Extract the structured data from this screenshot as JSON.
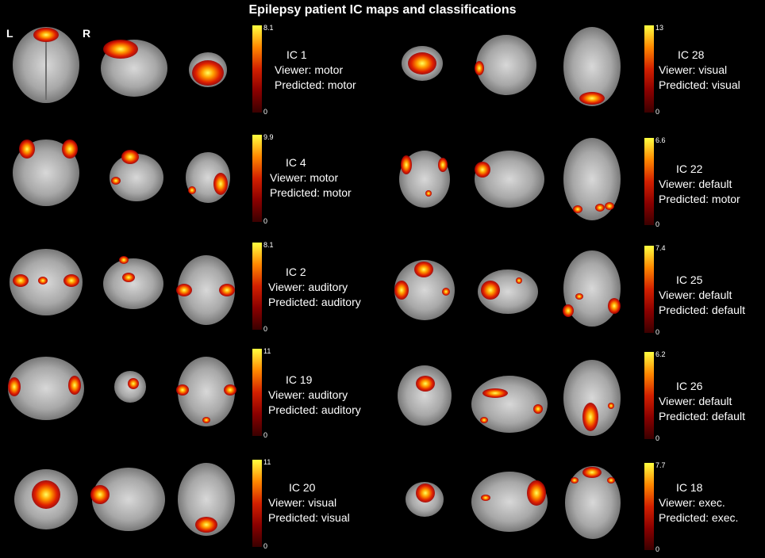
{
  "title": "Epilepsy patient IC maps and classifications",
  "orientation": {
    "left": "L",
    "right": "R"
  },
  "colors": {
    "background": "#000000",
    "colorbar_low": "#3a0000",
    "colorbar_high": "#ffff40"
  },
  "panels": [
    {
      "ic": "IC 1",
      "viewer": "Viewer: motor",
      "predicted": "Predicted: motor",
      "max": "8.1",
      "min": "0"
    },
    {
      "ic": "IC 28",
      "viewer": "Viewer: visual",
      "predicted": "Predicted: visual",
      "max": "13",
      "min": "0"
    },
    {
      "ic": "IC 4",
      "viewer": "Viewer: motor",
      "predicted": "Predicted: motor",
      "max": "9.9",
      "min": "0"
    },
    {
      "ic": "IC 22",
      "viewer": "Viewer: default",
      "predicted": "Predicted: motor",
      "max": "6.6",
      "min": "0"
    },
    {
      "ic": "IC 2",
      "viewer": "Viewer: auditory",
      "predicted": "Predicted: auditory",
      "max": "8.1",
      "min": "0"
    },
    {
      "ic": "IC 25",
      "viewer": "Viewer: default",
      "predicted": "Predicted: default",
      "max": "7.4",
      "min": "0"
    },
    {
      "ic": "IC 19",
      "viewer": "Viewer: auditory",
      "predicted": "Predicted: auditory",
      "max": "11",
      "min": "0"
    },
    {
      "ic": "IC 26",
      "viewer": "Viewer: default",
      "predicted": "Predicted: default",
      "max": "6.2",
      "min": "0"
    },
    {
      "ic": "IC 20",
      "viewer": "Viewer: visual",
      "predicted": "Predicted: visual",
      "max": "11",
      "min": "0"
    },
    {
      "ic": "IC 18",
      "viewer": "Viewer: exec.",
      "predicted": "Predicted: exec.",
      "max": "7.7",
      "min": "0"
    }
  ]
}
